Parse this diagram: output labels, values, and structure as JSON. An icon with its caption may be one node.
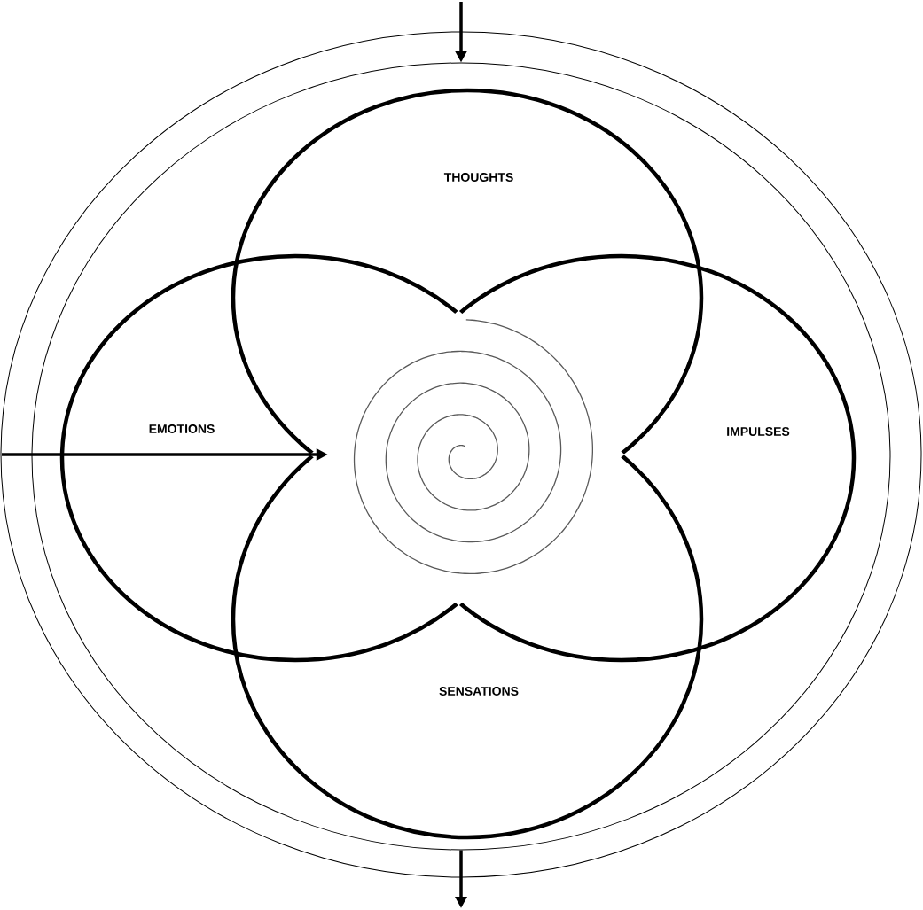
{
  "diagram": {
    "nodes": [
      {
        "text": [],
        "shape": "ellipse"
      },
      {
        "text": [],
        "shape": "ellipse",
        "in": 0
      },
      {
        "text": [
          "THOUGHTS"
        ],
        "in": 1
      },
      {
        "text": [
          "EMOTIONS"
        ],
        "in": 1
      },
      {
        "text": [
          "IMPULSES"
        ],
        "in": 1
      },
      {
        "text": [
          "SENSATIONS"
        ],
        "in": 1
      },
      {
        "text": [],
        "shape": "spiral",
        "in": 1
      }
    ],
    "edges": [
      {
        "from": null,
        "to": 1,
        "arrow": "to"
      },
      {
        "from": null,
        "to": 6,
        "arrow": "to"
      },
      {
        "from": 1,
        "to": null,
        "arrow": "to"
      }
    ]
  }
}
